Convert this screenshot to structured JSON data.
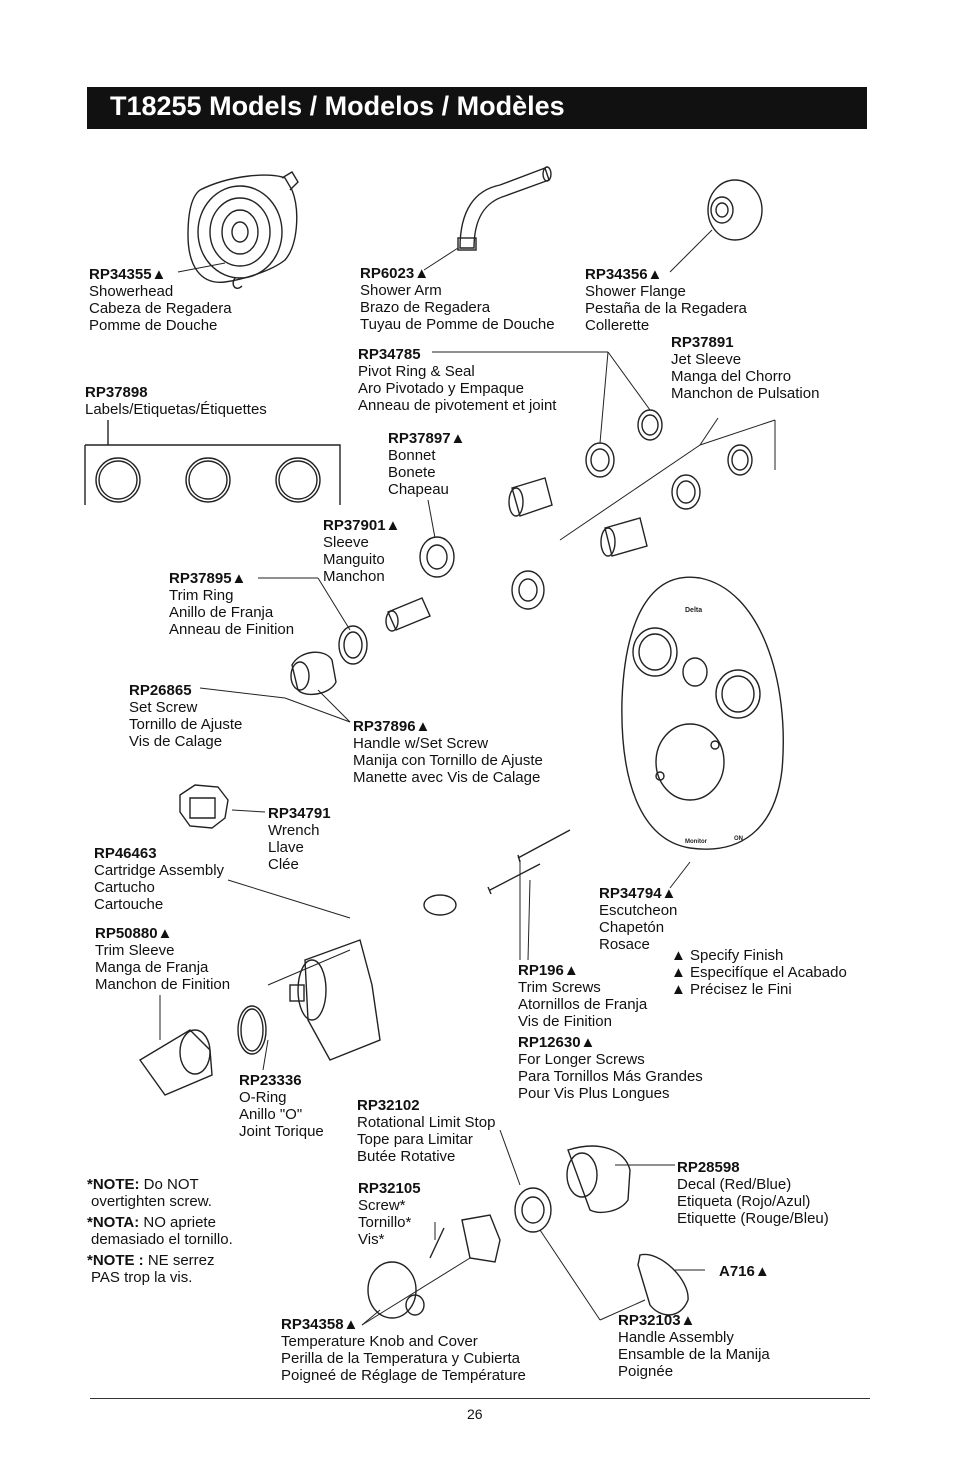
{
  "title": "T18255 Models / Modelos / Modèles",
  "page_number": "26",
  "decal_brand": "Delta",
  "decal_model": "Monitor",
  "decal_on": "ON",
  "parts": [
    {
      "id": "showerhead",
      "part_no": "RP34355▲",
      "lines": [
        "Showerhead",
        "Cabeza de Regadera",
        "Pomme de Douche"
      ]
    },
    {
      "id": "shower-arm",
      "part_no": "RP6023▲",
      "lines": [
        "Shower Arm",
        "Brazo de Regadera",
        "Tuyau de Pomme de Douche"
      ]
    },
    {
      "id": "shower-flange",
      "part_no": "RP34356▲",
      "lines": [
        "Shower Flange",
        "Pestaña de la Regadera",
        "Collerette"
      ]
    },
    {
      "id": "pivot-ring",
      "part_no": "RP34785",
      "lines": [
        "Pivot Ring & Seal",
        "Aro Pivotado y Empaque",
        "Anneau de pivotement et joint"
      ]
    },
    {
      "id": "jet-sleeve",
      "part_no": "RP37891",
      "lines": [
        "Jet Sleeve",
        "Manga del Chorro",
        "Manchon de Pulsation"
      ]
    },
    {
      "id": "labels",
      "part_no": "RP37898",
      "lines": [
        "Labels/Etiquetas/Étiquettes"
      ]
    },
    {
      "id": "bonnet",
      "part_no": "RP37897▲",
      "lines": [
        "Bonnet",
        "Bonete",
        "Chapeau"
      ]
    },
    {
      "id": "sleeve",
      "part_no": "RP37901▲",
      "lines": [
        "Sleeve",
        "Manguito",
        "Manchon"
      ]
    },
    {
      "id": "trim-ring",
      "part_no": "RP37895▲",
      "lines": [
        "Trim Ring",
        "Anillo de Franja",
        "Anneau de Finition"
      ]
    },
    {
      "id": "set-screw",
      "part_no": "RP26865",
      "lines": [
        "Set Screw",
        "Tornillo de Ajuste",
        "Vis de Calage"
      ]
    },
    {
      "id": "handle-set-screw",
      "part_no": "RP37896▲",
      "lines": [
        "Handle w/Set Screw",
        "Manija con Tornillo de Ajuste",
        "Manette avec Vis de Calage"
      ]
    },
    {
      "id": "wrench",
      "part_no": "RP34791",
      "lines": [
        "Wrench",
        "Llave",
        "Clée"
      ]
    },
    {
      "id": "cartridge",
      "part_no": "RP46463",
      "lines": [
        "Cartridge Assembly",
        "Cartucho",
        "Cartouche"
      ]
    },
    {
      "id": "escutcheon",
      "part_no": "RP34794▲",
      "lines": [
        "Escutcheon",
        "Chapetón",
        "Rosace"
      ]
    },
    {
      "id": "trim-sleeve",
      "part_no": "RP50880▲",
      "lines": [
        "Trim Sleeve",
        "Manga de Franja",
        "Manchon de Finition"
      ]
    },
    {
      "id": "trim-screws",
      "part_no": "RP196▲",
      "lines": [
        "Trim Screws",
        "Atornillos de Franja",
        "Vis de Finition"
      ]
    },
    {
      "id": "longer-screws",
      "part_no": "RP12630▲",
      "lines": [
        "For Longer Screws",
        "Para Tornillos Más Grandes",
        "Pour Vis Plus Longues"
      ]
    },
    {
      "id": "o-ring",
      "part_no": "RP23336",
      "lines": [
        "O-Ring",
        "Anillo \"O\"",
        "Joint Torique"
      ]
    },
    {
      "id": "limit-stop",
      "part_no": "RP32102",
      "lines": [
        "Rotational Limit Stop",
        "Tope para Limitar",
        "Butée Rotative"
      ]
    },
    {
      "id": "decal",
      "part_no": "RP28598",
      "lines": [
        "Decal (Red/Blue)",
        "Etiqueta (Rojo/Azul)",
        "Etiquette (Rouge/Bleu)"
      ]
    },
    {
      "id": "screw",
      "part_no": "RP32105",
      "lines": [
        "Screw*",
        "Tornillo*",
        "Vis*"
      ]
    },
    {
      "id": "a716",
      "part_no": "A716▲",
      "lines": []
    },
    {
      "id": "temp-knob",
      "part_no": "RP34358▲",
      "lines": [
        "Temperature Knob and Cover",
        "Perilla de la Temperatura y Cubierta",
        "Poigneé de Réglage de Température"
      ]
    },
    {
      "id": "handle-assembly",
      "part_no": "RP32103▲",
      "lines": [
        "Handle Assembly",
        "Ensamble de la Manija",
        "Poignée"
      ]
    }
  ],
  "finish_note": [
    "▲ Specify Finish",
    "▲ Especifíque el Acabado",
    "▲ Précisez le Fini"
  ],
  "notes": [
    {
      "label": "*NOTE:",
      "text": " Do NOT",
      "text2": "overtighten screw."
    },
    {
      "label": "*NOTA:",
      "text": "  NO apriete",
      "text2": "demasiado el tornillo."
    },
    {
      "label": "*NOTE :",
      "text": " NE serrez",
      "text2": "PAS trop la vis."
    }
  ]
}
